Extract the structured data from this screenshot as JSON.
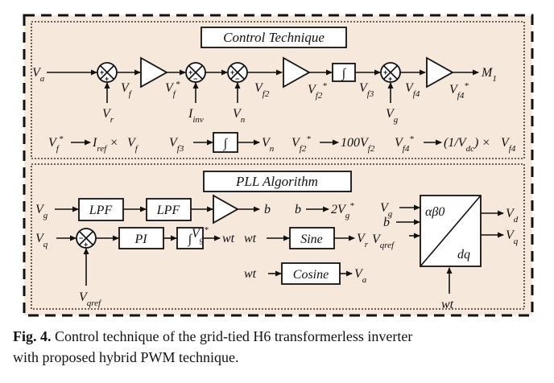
{
  "figure": {
    "background_color": "#f7e8dc",
    "caption": {
      "number": "Fig. 4.",
      "line1": "Control technique of the grid-tied H6 transformerless inverter",
      "line2": "with proposed hybrid PWM technique."
    }
  },
  "control": {
    "title": "Control Technique",
    "integrator": "∫",
    "signs": {
      "j1": [
        "+",
        "+"
      ],
      "j2": [
        "+",
        "−"
      ],
      "j3": [
        "+",
        "−"
      ],
      "j4": [
        "+",
        "+"
      ]
    },
    "labels": {
      "va": {
        "v": "V",
        "sub": "a"
      },
      "vr": {
        "v": "V",
        "sub": "r"
      },
      "vf": {
        "v": "V",
        "sub": "f"
      },
      "vf_star": {
        "v": "V",
        "sub": "f",
        "sup": "*"
      },
      "iinv": {
        "v": "I",
        "sub": "inv"
      },
      "vn": {
        "v": "V",
        "sub": "n"
      },
      "vf2": {
        "v": "V",
        "sub": "f2"
      },
      "vf2_star": {
        "v": "V",
        "sub": "f2",
        "sup": "*"
      },
      "vf3": {
        "v": "V",
        "sub": "f3"
      },
      "vg": {
        "v": "V",
        "sub": "g"
      },
      "vf4": {
        "v": "V",
        "sub": "f4"
      },
      "vf4_star": {
        "v": "V",
        "sub": "f4",
        "sup": "*"
      },
      "m1": {
        "v": "M",
        "sub": "1"
      }
    },
    "equations": {
      "eq1_lhs": {
        "v": "V",
        "sub": "f",
        "sup": "*"
      },
      "eq1_rhs_a": {
        "v": "I",
        "sub": "ref",
        "post": " ×"
      },
      "eq1_rhs_b": {
        "v": "V",
        "sub": "f"
      },
      "eq2_lhs": {
        "v": "V",
        "sub": "f3"
      },
      "eq2_rhs": {
        "v": "V",
        "sub": "n"
      },
      "eq3_lhs": {
        "v": "V",
        "sub": "f2",
        "sup": "*"
      },
      "eq3_rhs": {
        "pre": "100",
        "v": "V",
        "sub": "f2"
      },
      "eq4_lhs": {
        "v": "V",
        "sub": "f4",
        "sup": "*"
      },
      "eq4_rhs_a": {
        "pre": "(1/",
        "v": "V",
        "sub": "dc",
        "post": ") ×"
      },
      "eq4_rhs_b": {
        "v": "V",
        "sub": "f4"
      }
    }
  },
  "pll": {
    "title": "PLL Algorithm",
    "blocks": {
      "lpf1": "LPF",
      "lpf2": "LPF",
      "pi": "PI",
      "integrator": "∫",
      "sine": "Sine",
      "cosine": "Cosine",
      "transform_top": "αβ0",
      "transform_bottom": "dq"
    },
    "signs": {
      "j1": [
        "−",
        "+"
      ]
    },
    "labels": {
      "vg_in": {
        "v": "V",
        "sub": "g"
      },
      "vg_star": {
        "v": "V",
        "sub": "g",
        "sup": "*"
      },
      "b_out": {
        "v": "b"
      },
      "eq_b": {
        "v": "b"
      },
      "eq_2vg": {
        "pre": "2",
        "v": "V",
        "sub": "g",
        "sup": "*"
      },
      "vq_in": {
        "v": "V",
        "sub": "q"
      },
      "vqref": {
        "v": "V",
        "sub": "qref"
      },
      "wt_out": {
        "v": "wt"
      },
      "wt_sine": {
        "v": "wt"
      },
      "vr_out": {
        "v": "V",
        "sub": "r"
      },
      "wt_cos": {
        "v": "wt"
      },
      "va_out": {
        "v": "V",
        "sub": "a"
      },
      "t_vg": {
        "v": "V",
        "sub": "g"
      },
      "t_b": {
        "v": "b"
      },
      "t_vqref": {
        "v": "V",
        "sub": "qref"
      },
      "t_vd": {
        "v": "V",
        "sub": "d"
      },
      "t_vq": {
        "v": "V",
        "sub": "q"
      },
      "t_wt": {
        "v": "wt"
      }
    }
  }
}
